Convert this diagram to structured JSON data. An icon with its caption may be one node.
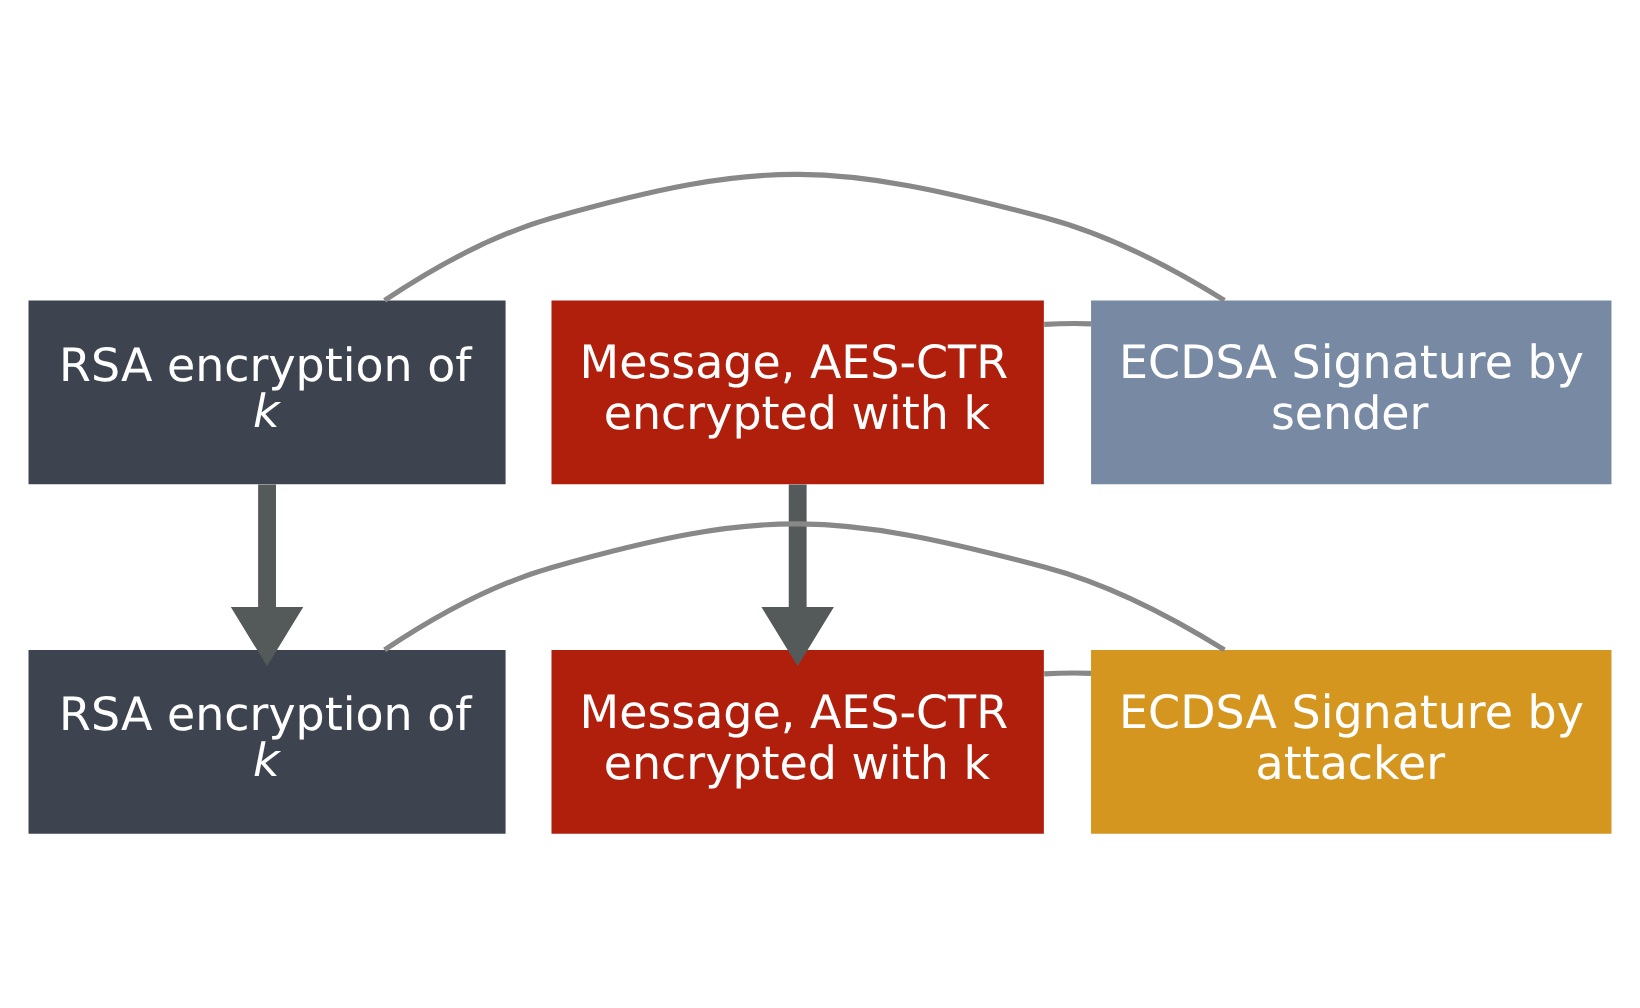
{
  "diagram": {
    "nodes": [
      {
        "text": [
          "RSA encryption of *k*"
        ]
      },
      {
        "text": [
          "Message, AES-CTR encrypted with k"
        ]
      },
      {
        "text": [
          "ECDSA Signature by sender"
        ]
      },
      {
        "text": [
          "RSA encryption of *k*"
        ]
      },
      {
        "text": [
          "Message, AES-CTR encrypted with k"
        ]
      },
      {
        "text": [
          "ECDSA Signature by attacker"
        ]
      }
    ],
    "edges": [
      {
        "from": 0,
        "to": 2,
        "arrow": "none"
      },
      {
        "from": 1,
        "to": 2,
        "arrow": "none"
      },
      {
        "from": 0,
        "to": 3,
        "arrow": "to",
        "style": "thick",
        "color": "#545959"
      },
      {
        "from": 1,
        "to": 4,
        "arrow": "to",
        "style": "thick",
        "color": "#545959"
      },
      {
        "from": 3,
        "to": 5,
        "arrow": "none"
      },
      {
        "from": 4,
        "to": 5,
        "arrow": "none"
      }
    ]
  }
}
